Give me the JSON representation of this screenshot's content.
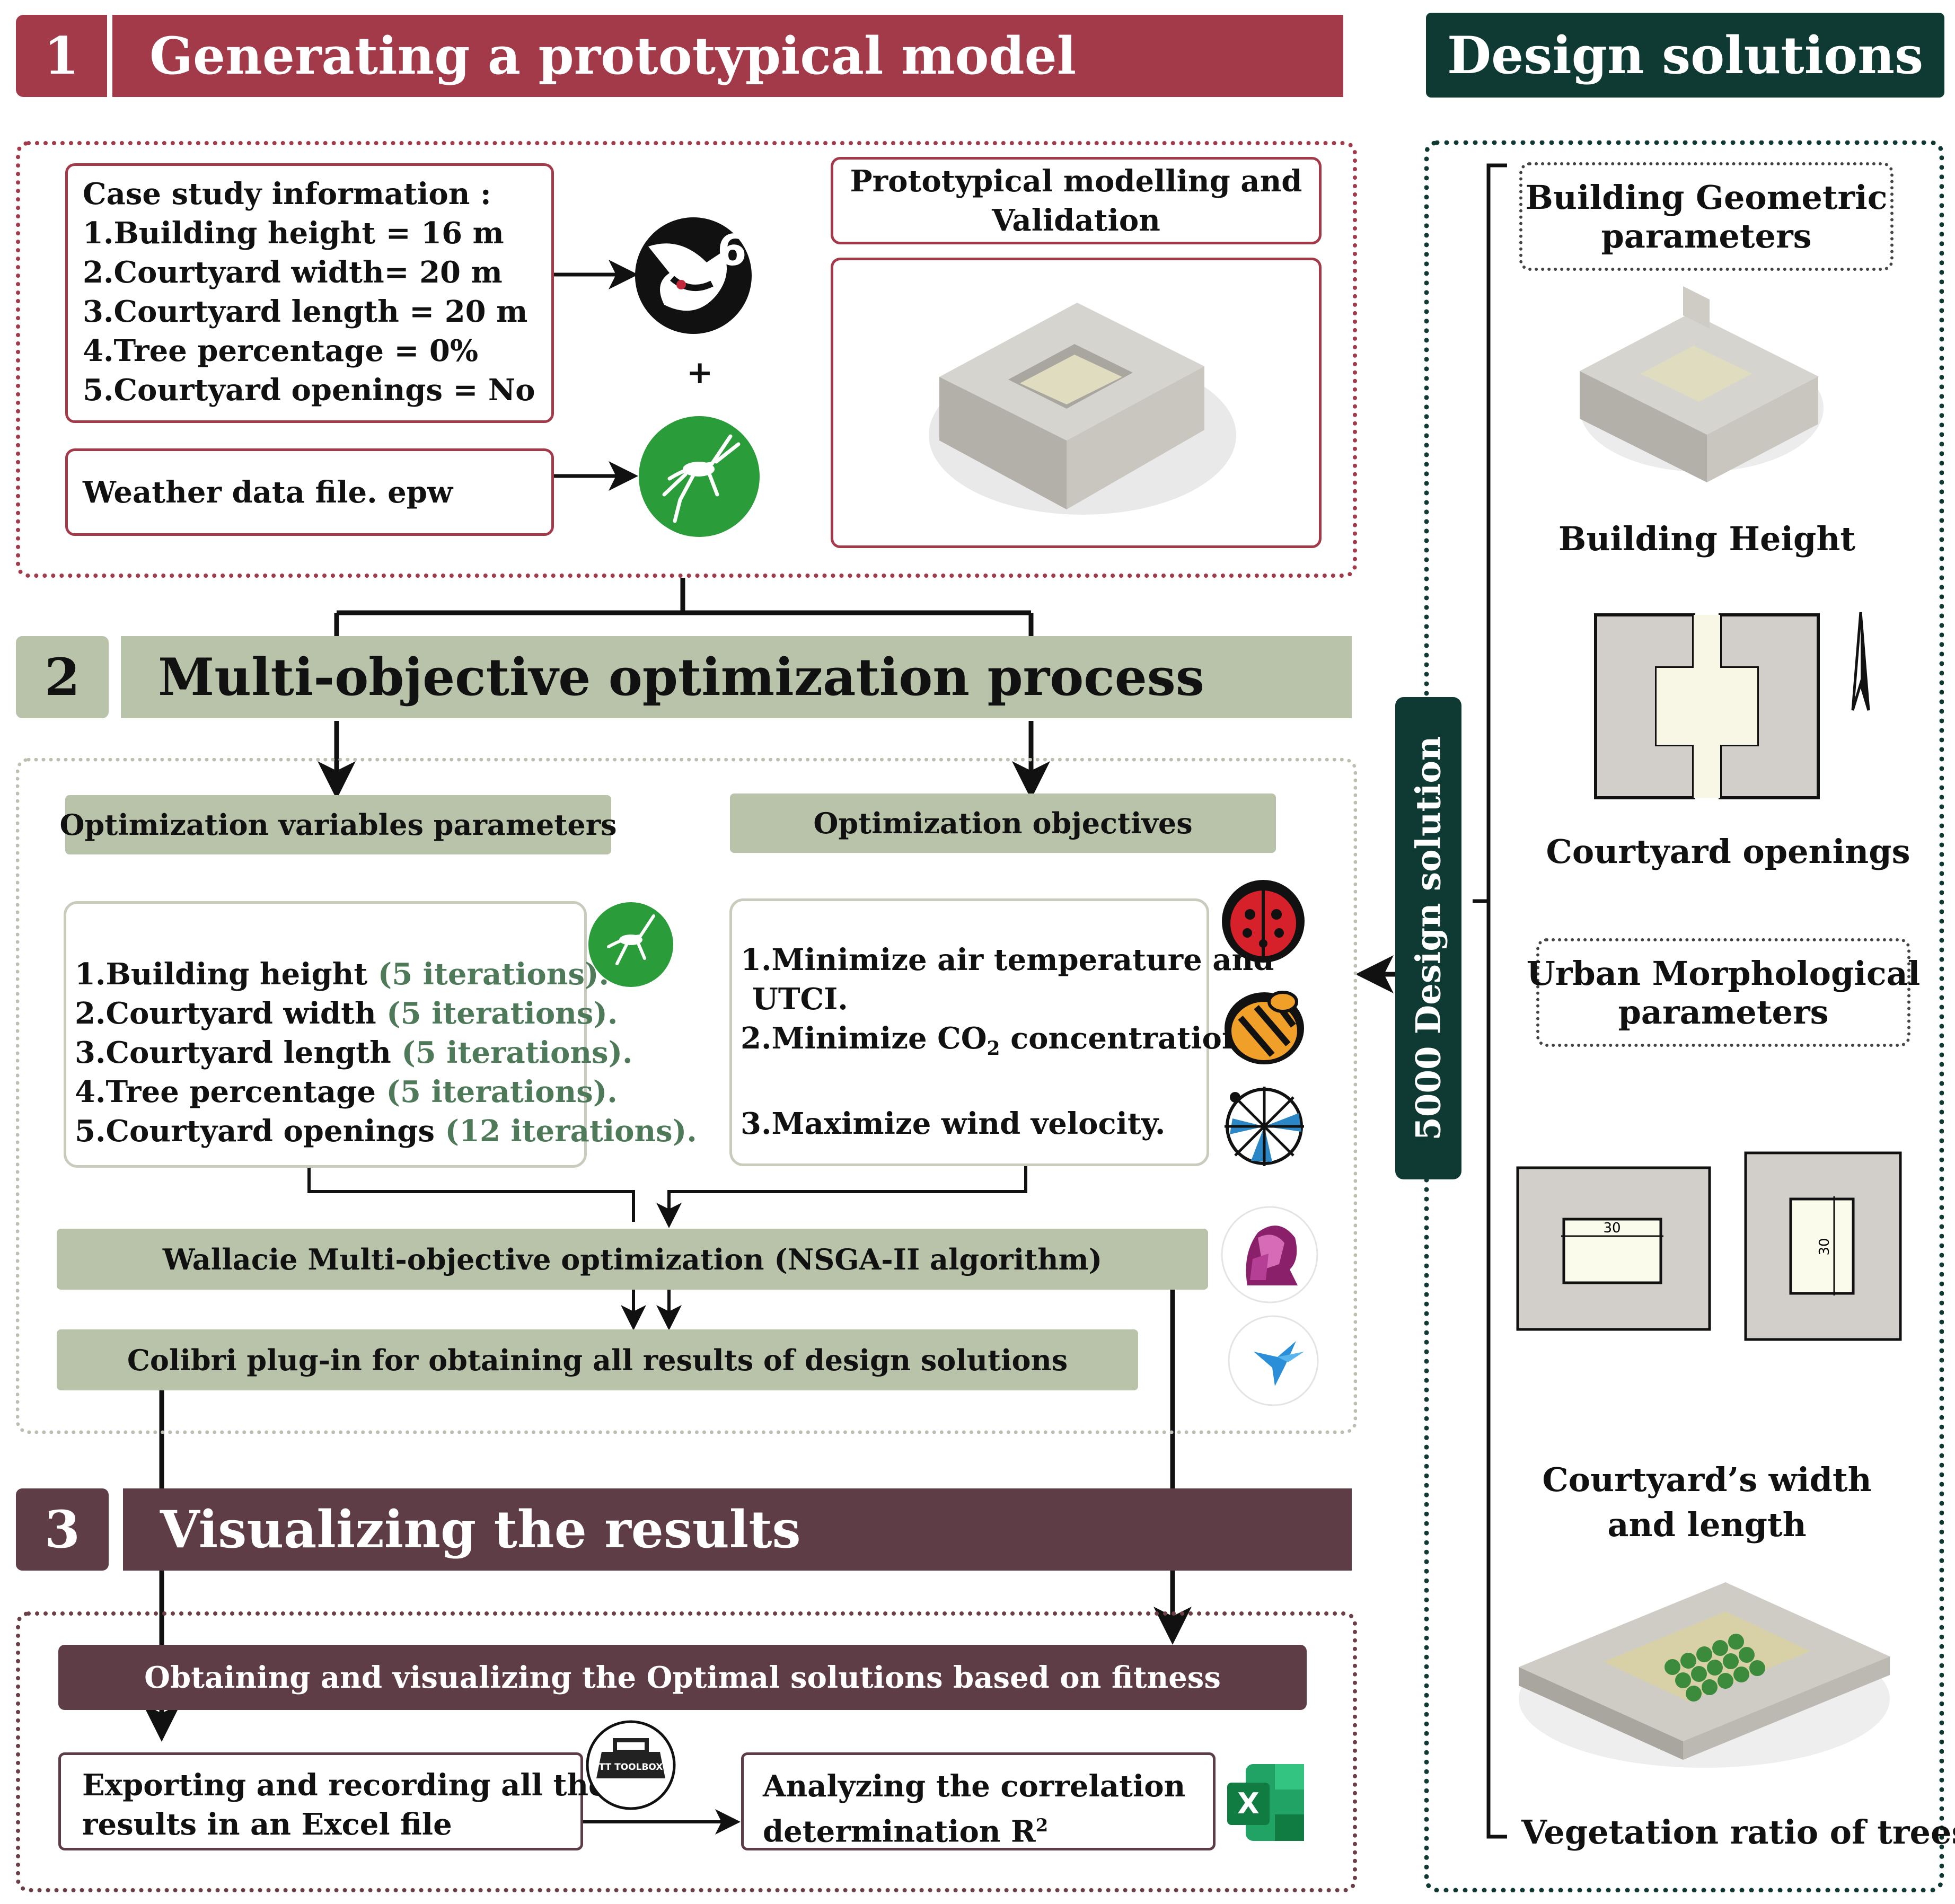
{
  "section1": {
    "number": "1",
    "title": "Generating a prototypical model",
    "case_study": {
      "heading": "Case study information :",
      "items": [
        "1.Building height = 16 m",
        "2.Courtyard width= 20 m",
        "3.Courtyard length = 20 m",
        "4.Tree percentage = 0%",
        "5.Courtyard openings = No"
      ]
    },
    "weather": "Weather data file. epw",
    "plus": "+",
    "prototypical_title_1": "Prototypical modelling and",
    "prototypical_title_2": "Validation"
  },
  "section2": {
    "number": "2",
    "title": "Multi-objective optimization process",
    "variables_header": "Optimization variables parameters",
    "objectives_header": "Optimization objectives",
    "variables": [
      {
        "label": "1.Building height",
        "iter": "(5 iterations)."
      },
      {
        "label": "2.Courtyard width",
        "iter": "(5 iterations)."
      },
      {
        "label": "3.Courtyard length",
        "iter": "(5 iterations)."
      },
      {
        "label": "4.Tree percentage",
        "iter": "(5 iterations)."
      },
      {
        "label": "5.Courtyard openings",
        "iter": "(12 iterations)."
      }
    ],
    "objectives": {
      "obj1_line1": "1.Minimize air temperature and",
      "obj1_line2": "UTCI.",
      "obj2_pre": "2.Minimize CO",
      "obj2_sub": "2",
      "obj2_post": " concentration.",
      "obj3": "3.Maximize wind velocity."
    },
    "wallacei": "Wallacie Multi-objective optimization (NSGA-II algorithm)",
    "colibri": "Colibri plug-in for obtaining all results of  design solutions"
  },
  "section3": {
    "number": "3",
    "title": "Visualizing the results",
    "optimal": "Obtaining  and  visualizing  the  Optimal  solutions  based  on  fitness",
    "export_1": "Exporting and recording all the",
    "export_2": "results in an Excel file",
    "analyze_1": "Analyzing the correlation",
    "analyze_2_pre": "determination R",
    "analyze_2_sup": "2",
    "toolbox": "TT TOOLBOX",
    "excel_letter": "X"
  },
  "design": {
    "title": "Design solutions",
    "vertical_label": "5000 Design solution",
    "geometric_1": "Building Geometric",
    "geometric_2": "parameters",
    "height": "Building Height",
    "openings": "Courtyard openings",
    "morph_1": "Urban Morphological",
    "morph_2": "parameters",
    "dim_value": "30",
    "width_1": "Courtyard’s width",
    "width_2": "and length",
    "vegetation": "Vegetation ratio of trees"
  },
  "colors": {
    "section1": "#a33a4a",
    "section2": "#b9c3aa",
    "section3": "#5e3d46",
    "design": "#0f3a33"
  }
}
